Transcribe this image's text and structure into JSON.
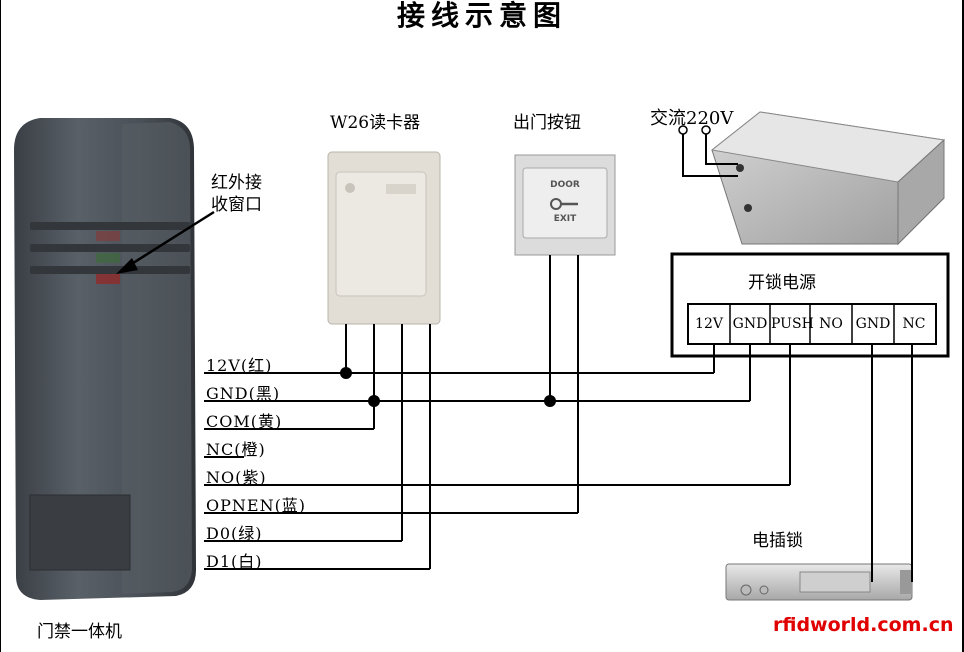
{
  "title": "接线示意图",
  "reader": {
    "caption": "门禁一体机",
    "ir_window_label_line1": "红外接",
    "ir_window_label_line2": "收窗口"
  },
  "w26_reader_label": "W26读卡器",
  "exit_button": {
    "label": "出门按钮",
    "door_text": "DOOR",
    "exit_text": "EXIT"
  },
  "ac_label": "交流220V",
  "power_supply": {
    "title": "开锁电源",
    "terminals": [
      "12V",
      "GND",
      "PUSH",
      "NO",
      "GND",
      "NC"
    ]
  },
  "electric_lock_label": "电插锁",
  "wires": [
    "12V(红)",
    "GND(黑)",
    "COM(黄)",
    "NC(橙)",
    "NO(紫)",
    "OPNEN(蓝)",
    "D0(绿)",
    "D1(白)"
  ],
  "watermark": "rfidworld.com.cn",
  "colors": {
    "reader_body": "#4b5158",
    "wire": "#000000",
    "brand": "#e00000"
  }
}
